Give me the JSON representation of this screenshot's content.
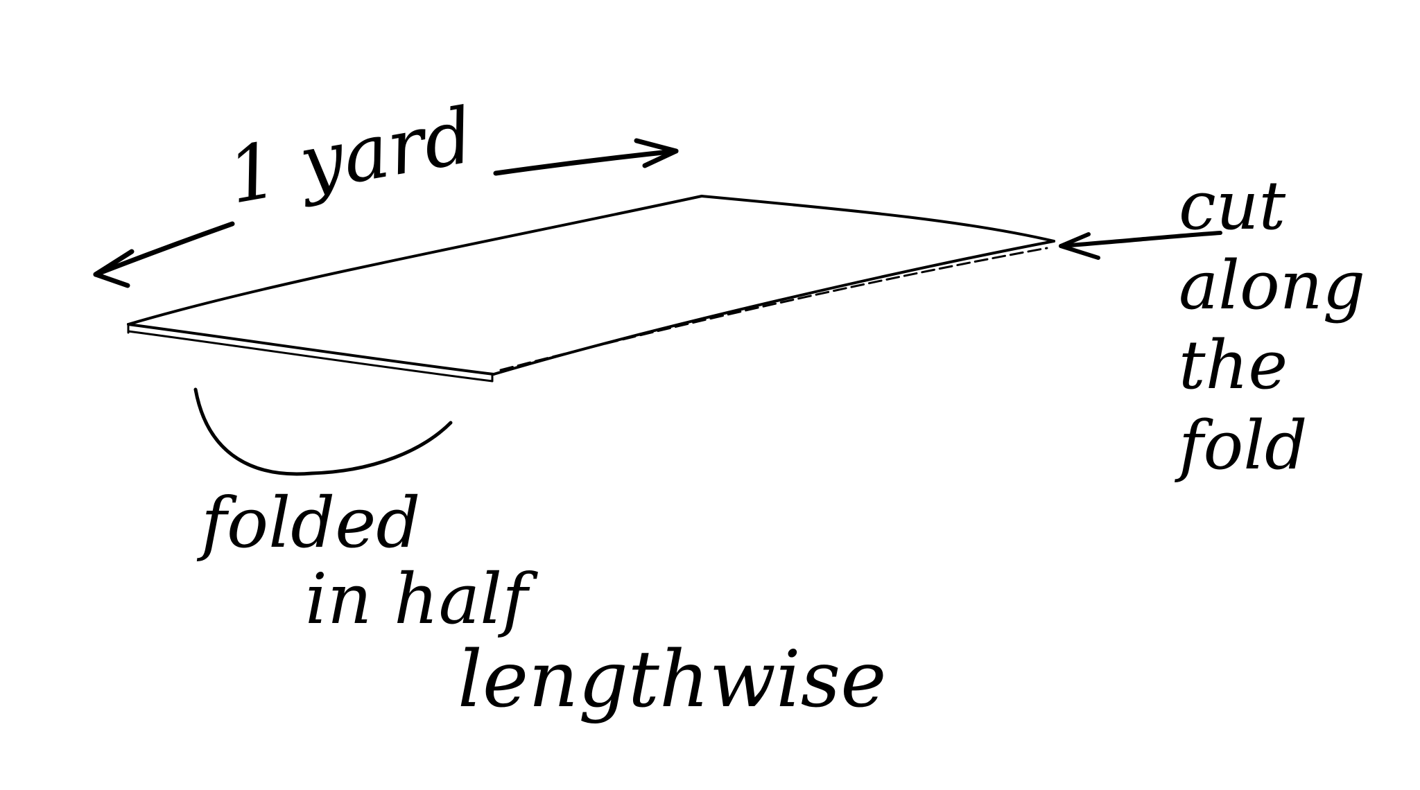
{
  "labels": {
    "length": "1 yard",
    "cut_instruction": [
      "cut",
      "along",
      "the",
      "fold"
    ],
    "fold_instruction": [
      "folded",
      "in half",
      "lengthwise"
    ]
  },
  "colors": {
    "ink": "#000000",
    "background": "#ffffff"
  }
}
